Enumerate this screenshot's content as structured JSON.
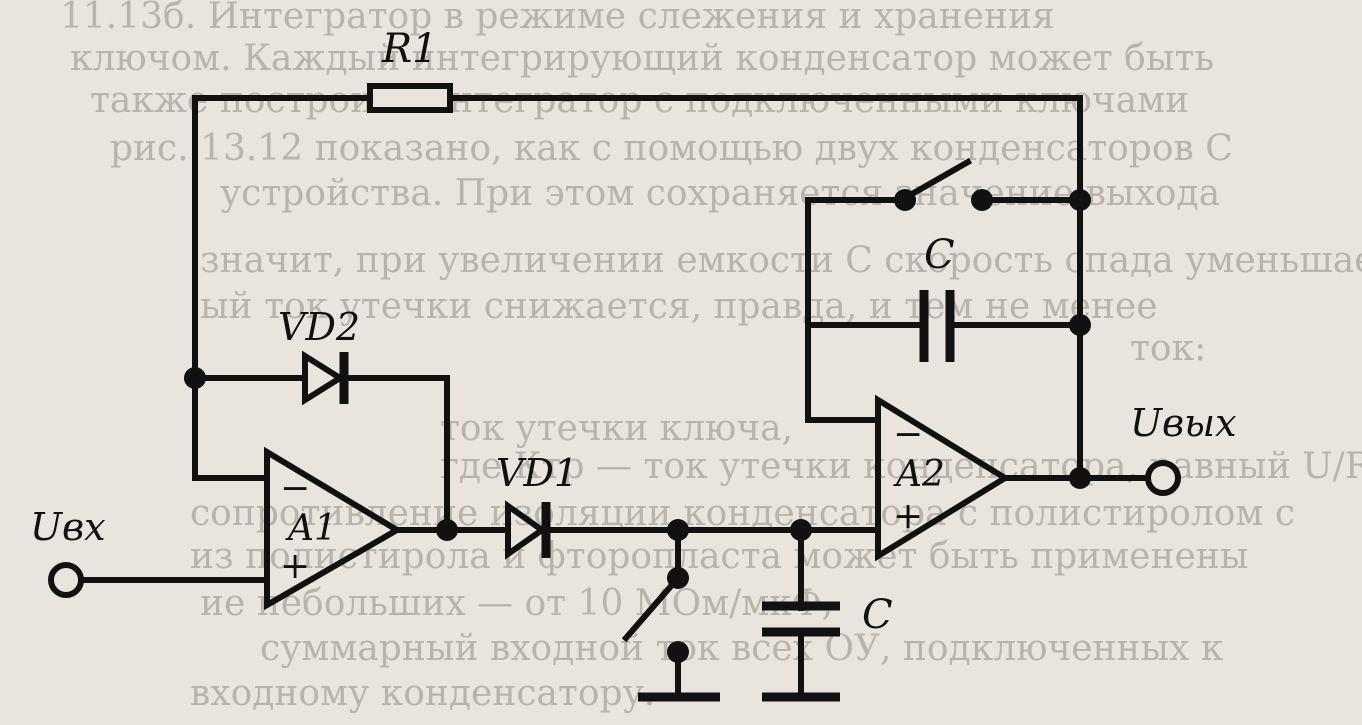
{
  "labels": {
    "r1": "R1",
    "vd2": "VD2",
    "vd1": "VD1",
    "c_top": "C",
    "c_bottom": "C",
    "a1": "A1",
    "a2": "A2",
    "minus": "−",
    "plus": "+",
    "u_in": "Uвх",
    "u_out": "Uвых"
  },
  "background_text": [
    "11.13б. Интегратор в режиме слежения и хранения",
    "ключом. Каждый интегрирующий конденсатор может быть",
    "также построить интегратор с подключенными ключами",
    "рис. 13.12 показано, как с помощью двух конденсаторов С",
    "устройства. При этом сохраняется значение выхода",
    "значит, при увеличении емкости С скорость спада уменьшается",
    "ый ток утечки снижается, правда, и тем не менее",
    "ток:",
    "ток утечки ключа,",
    "где Ктр — ток утечки конденсатора, равный U/Rут, где Rут",
    "сопротивление изоляции конденсатора с полистиролом с",
    "из полистирола и фторопласта может быть применены",
    "ие небольших — от 10 МОм/мкФ,",
    "суммарный входной ток всех ОУ, подключенных к",
    "входному конденсатору."
  ],
  "colors": {
    "ink": "#111111",
    "paper": "#e9e5de",
    "faded_text": "#b9b4ab"
  }
}
